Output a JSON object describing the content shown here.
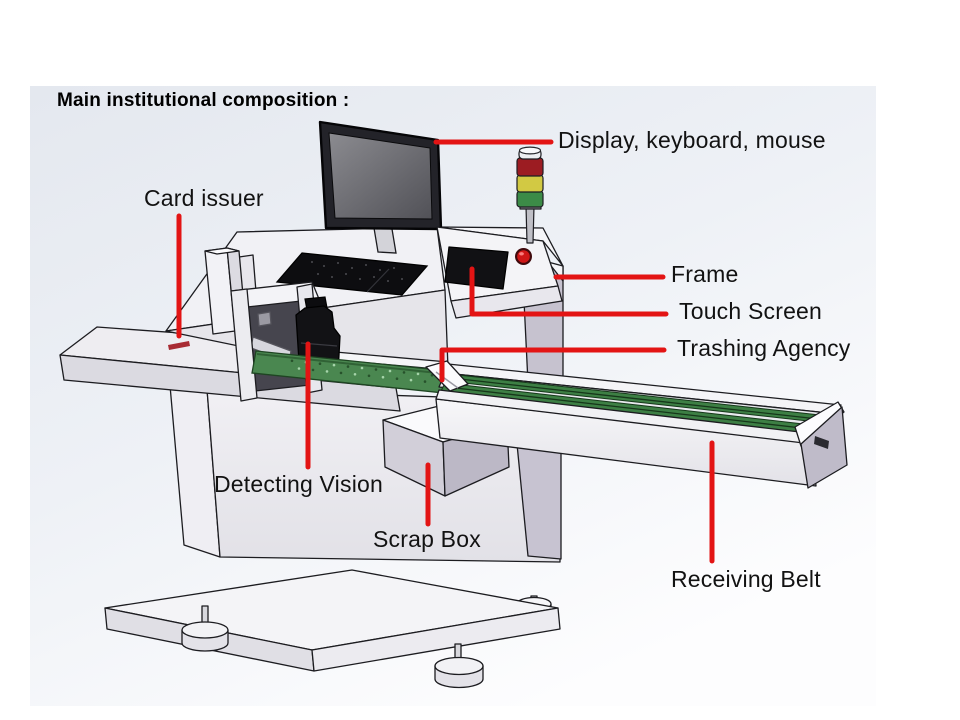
{
  "title": "Main institutional composition :",
  "labels": {
    "display": "Display, keyboard, mouse",
    "card_issuer": "Card issuer",
    "frame": "Frame",
    "touch_screen": "Touch Screen",
    "trashing_agency": "Trashing Agency",
    "detecting_vision": "Detecting Vision",
    "scrap_box": "Scrap Box",
    "receiving_belt": "Receiving Belt"
  },
  "colors": {
    "annotation": "#e31414",
    "label_text": "#121212",
    "body_light": "#f1f1f5",
    "body_shade": "#c6c2cf",
    "belt_green": "#4a8750",
    "tower_red": "#9c1c22",
    "tower_yellow": "#d2c943",
    "tower_green": "#3c8b47",
    "button_red": "#cf1717",
    "background_top": "#e4e8ef",
    "background_bottom": "#fdfdfe"
  }
}
